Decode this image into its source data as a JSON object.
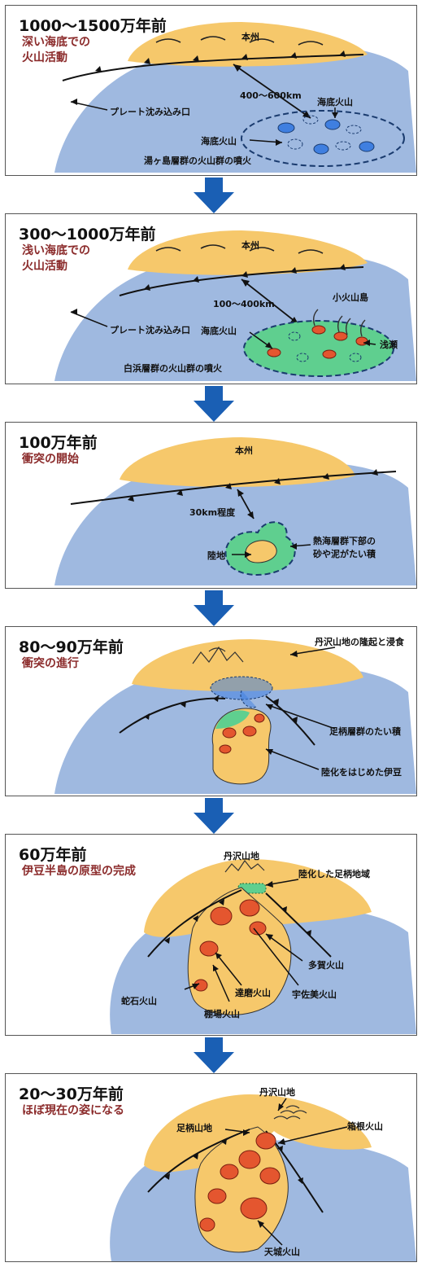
{
  "panels": [
    {
      "era": "1000〜1500万年前",
      "desc": [
        "深い海底での",
        "火山活動"
      ],
      "labels": {
        "honshu": "本州",
        "distance": "400〜600km",
        "plate": "プレート沈み込み口",
        "seamount_r": "海底火山",
        "seamount_l": "海底火山",
        "eruption": "湯ヶ島層群の火山群の噴火"
      }
    },
    {
      "era": "300〜1000万年前",
      "desc": [
        "浅い海底での",
        "火山活動"
      ],
      "labels": {
        "honshu": "本州",
        "distance": "100〜400km",
        "plate": "プレート沈み込み口",
        "islet": "小火山島",
        "seamount": "海底火山",
        "shallows": "浅瀬",
        "eruption": "白浜層群の火山群の噴火"
      }
    },
    {
      "era": "100万年前",
      "desc": [
        "衝突の開始"
      ],
      "labels": {
        "honshu": "本州",
        "distance": "30km程度",
        "land": "陸地",
        "sediment": [
          "熱海層群下部の",
          "砂や泥がたい積"
        ]
      }
    },
    {
      "era": "80〜90万年前",
      "desc": [
        "衝突の進行"
      ],
      "labels": {
        "tanzawa": "丹沢山地の隆起と浸食",
        "ashigara": "足柄層群のたい積",
        "izu": "陸化をはじめた伊豆"
      }
    },
    {
      "era": "60万年前",
      "desc": [
        "伊豆半島の原型の完成"
      ],
      "labels": {
        "tanzawa": "丹沢山地",
        "ashigara_land": "陸化した足柄地域",
        "taga": "多賀火山",
        "daruma": "達磨火山",
        "usami": "宇佐美火山",
        "jaishi": "蛇石火山",
        "tanaba": "棚場火山"
      }
    },
    {
      "era": "20〜30万年前",
      "desc": [
        "ほぼ現在の姿になる"
      ],
      "labels": {
        "tanzawa": "丹沢山地",
        "ashigara": "足柄山地",
        "hakone": "箱根火山",
        "amagi": "天城火山"
      }
    }
  ],
  "colors": {
    "sea": "#9fb9e0",
    "land": "#f6c86b",
    "shallow": "#5fcf8f",
    "seamount": "#3f7fe0",
    "volcano": "#e4562f",
    "arrow": "#1a5fb4",
    "desc_text": "#8b2b2b"
  }
}
